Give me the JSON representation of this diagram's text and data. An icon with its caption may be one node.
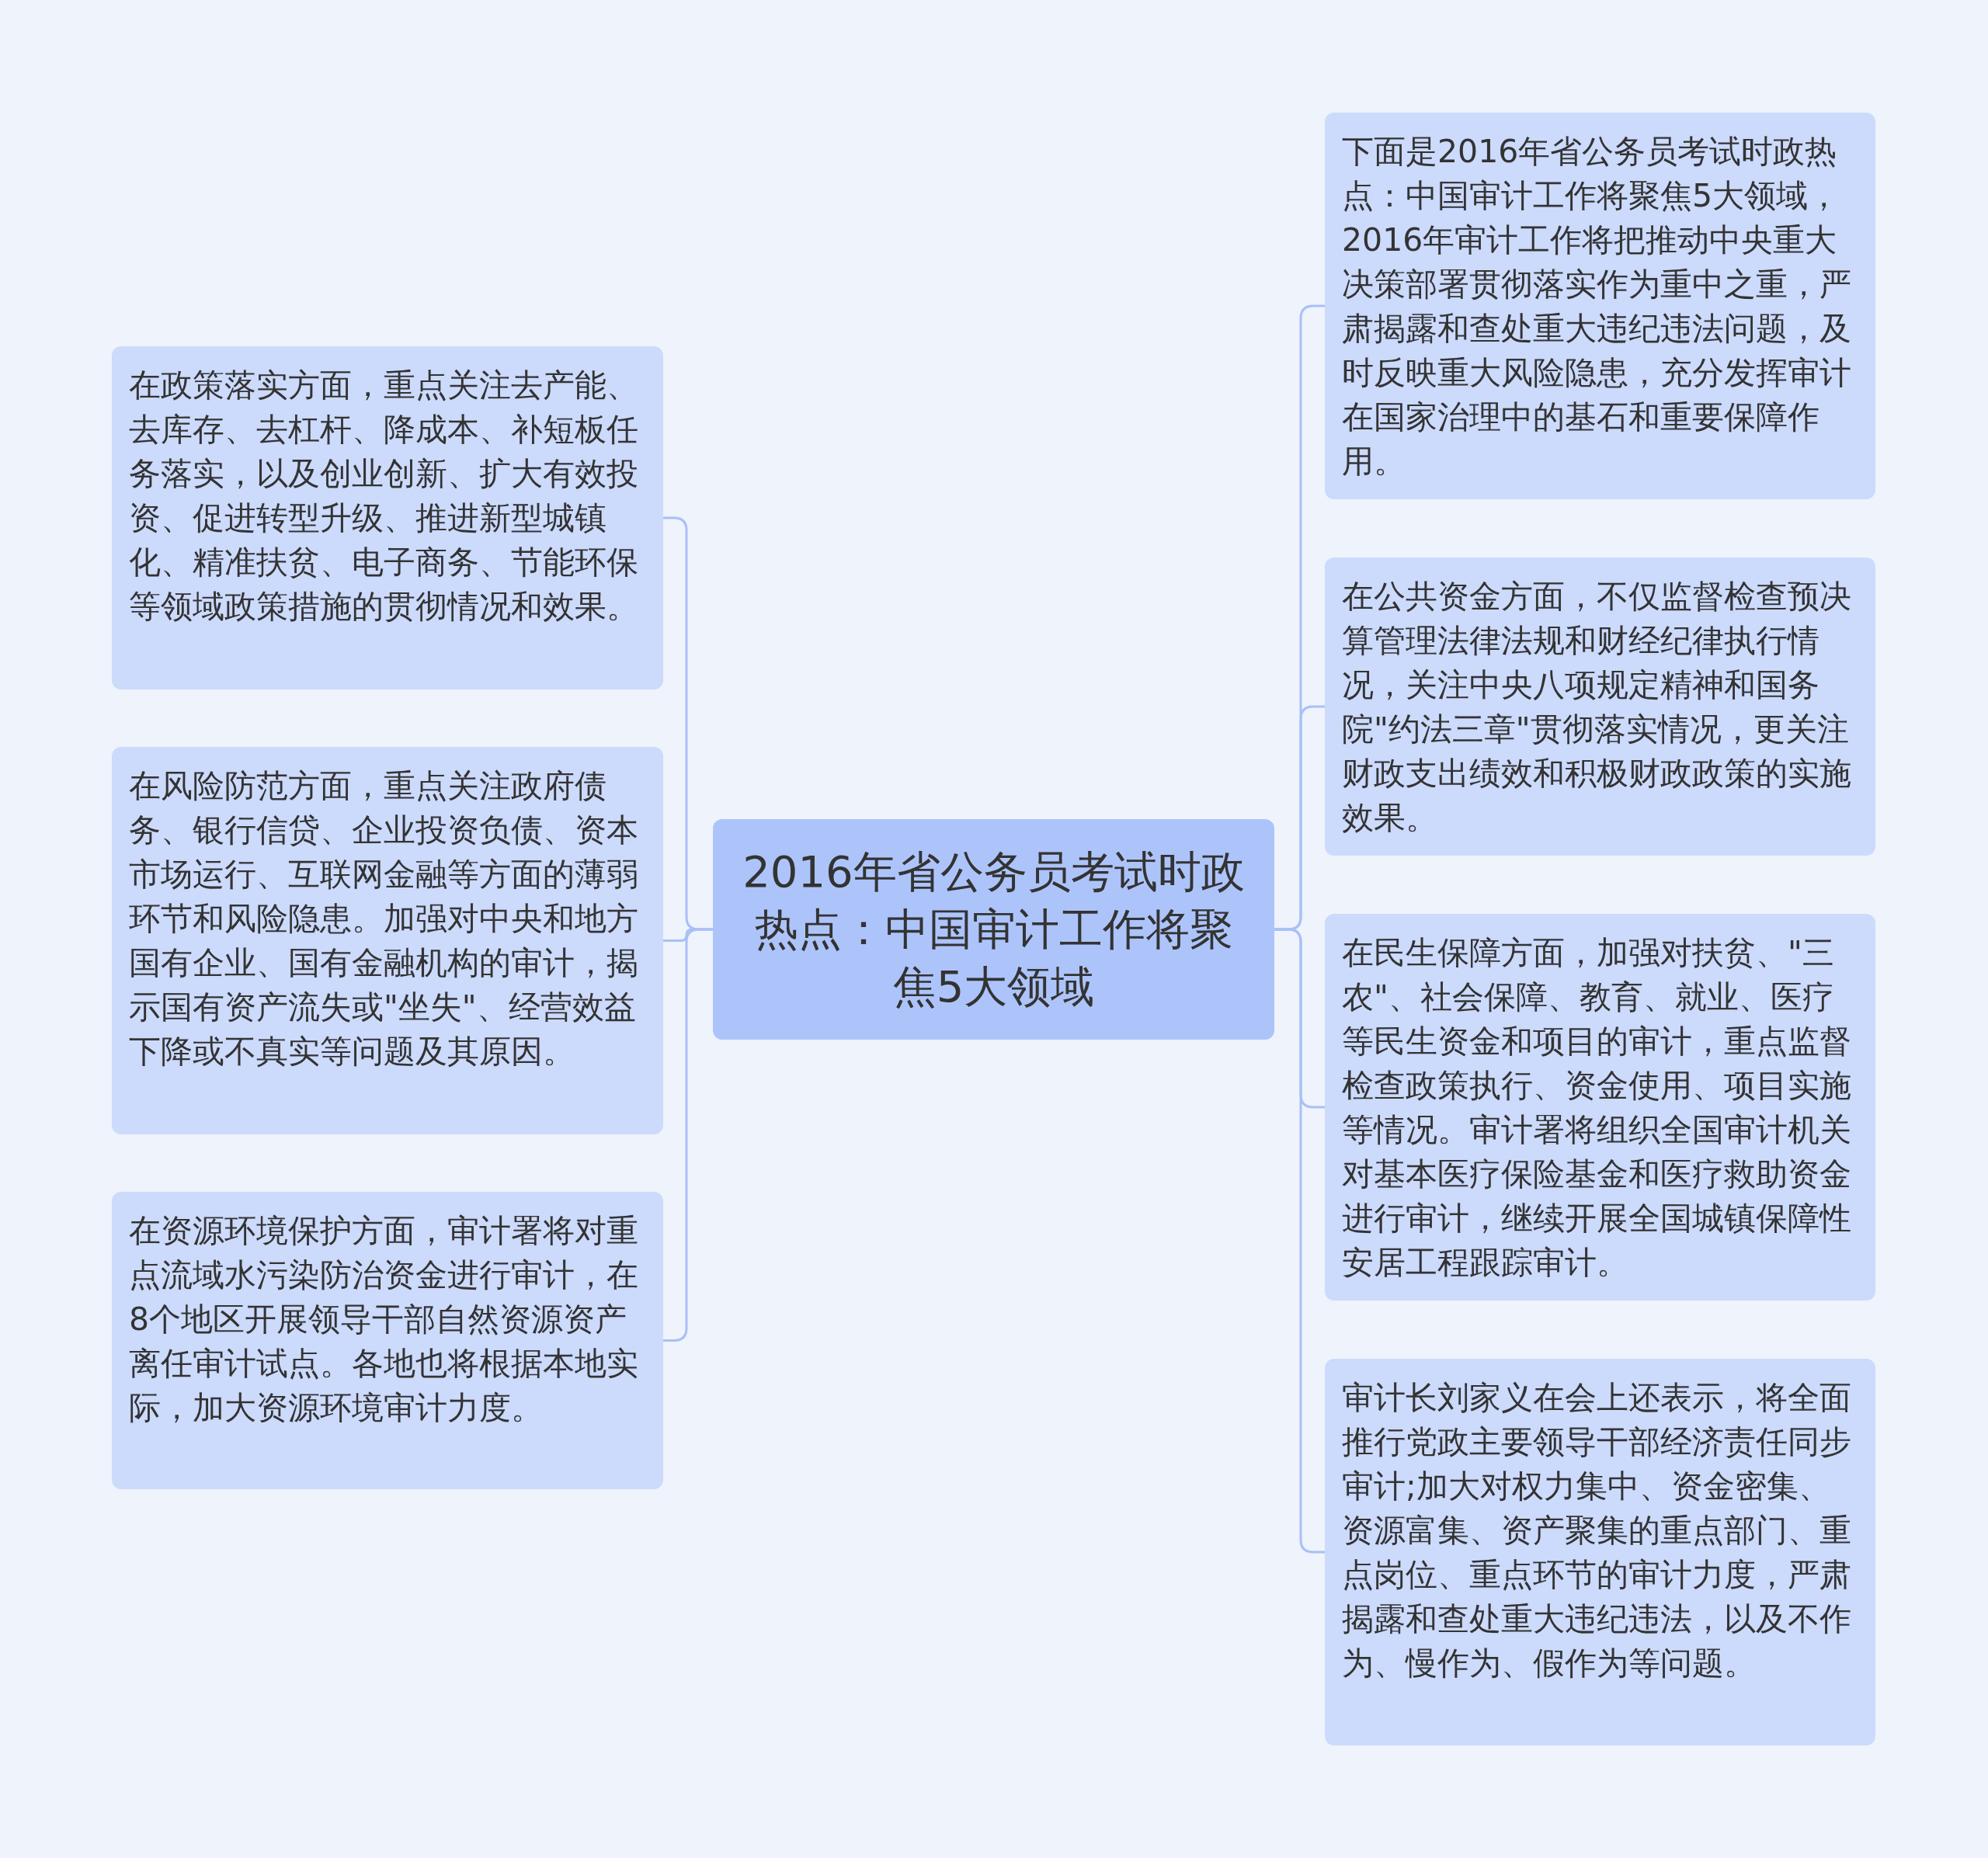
{
  "diagram": {
    "nodes": [
      {
        "text": [
          "2016年省公务员考试时政热点：中国审计工作将聚焦5大领域"
        ]
      },
      {
        "text": [
          "在政策落实方面，重点关注去产能、去库存、去杠杆、降成本、补短板任务落实，以及创业创新、扩大有效投资、促进转型升级、推进新型城镇化、精准扶贫、电子商务、节能环保等领域政策措施的贯彻情况和效果。"
        ]
      },
      {
        "text": [
          "在风险防范方面，重点关注政府债务、银行信贷、企业投资负债、资本市场运行、互联网金融等方面的薄弱环节和风险隐患。加强对中央和地方国有企业、国有金融机构的审计，揭示国有资产流失或\"坐失\"、经营效益下降或不真实等问题及其原因。"
        ]
      },
      {
        "text": [
          "在资源环境保护方面，审计署将对重点流域水污染防治资金进行审计，在8个地区开展领导干部自然资源资产离任审计试点。各地也将根据本地实际，加大资源环境审计力度。"
        ]
      },
      {
        "text": [
          "下面是2016年省公务员考试时政热点：中国审计工作将聚焦5大领域，2016年审计工作将把推动中央重大决策部署贯彻落实作为重中之重，严肃揭露和查处重大违纪违法问题，及时反映重大风险隐患，充分发挥审计在国家治理中的基石和重要保障作用。"
        ]
      },
      {
        "text": [
          "在公共资金方面，不仅监督检查预决算管理法律法规和财经纪律执行情况，关注中央八项规定精神和国务院\"约法三章\"贯彻落实情况，更关注财政支出绩效和积极财政政策的实施效果。"
        ]
      },
      {
        "text": [
          "在民生保障方面，加强对扶贫、\"三农\"、社会保障、教育、就业、医疗等民生资金和项目的审计，重点监督检查政策执行、资金使用、项目实施等情况。审计署将组织全国审计机关对基本医疗保险基金和医疗救助资金进行审计，继续开展全国城镇保障性安居工程跟踪审计。"
        ]
      },
      {
        "text": [
          "审计长刘家义在会上还表示，将全面推行党政主要领导干部经济责任同步审计;加大对权力集中、资金密集、资源富集、资产聚集的重点部门、重点岗位、重点环节的审计力度，严肃揭露和查处重大违纪违法，以及不作为、慢作为、假作为等问题。"
        ]
      }
    ],
    "edges": [
      {
        "from": 0,
        "to": 1,
        "arrow": "none"
      },
      {
        "from": 0,
        "to": 2,
        "arrow": "none"
      },
      {
        "from": 0,
        "to": 3,
        "arrow": "none"
      },
      {
        "from": 0,
        "to": 4,
        "arrow": "none"
      },
      {
        "from": 0,
        "to": 5,
        "arrow": "none"
      },
      {
        "from": 0,
        "to": 6,
        "arrow": "none"
      },
      {
        "from": 0,
        "to": 7,
        "arrow": "none"
      }
    ]
  }
}
